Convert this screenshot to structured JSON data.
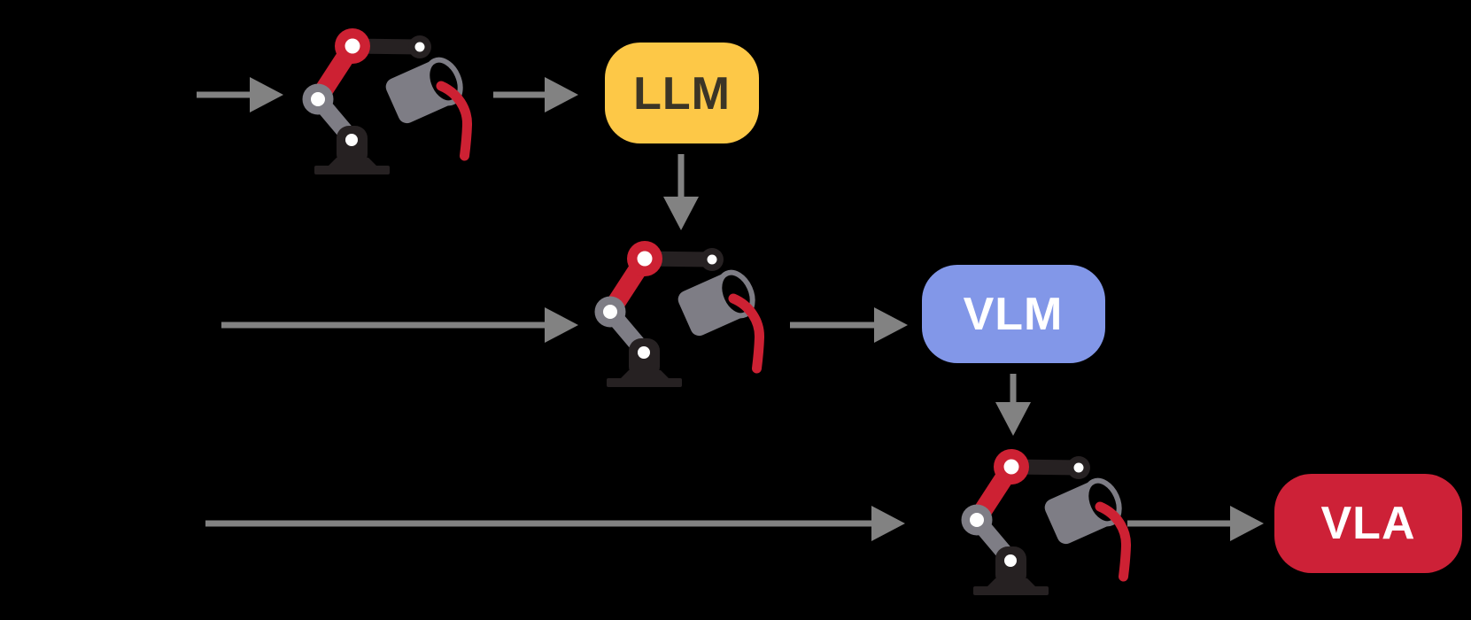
{
  "palette": {
    "background": "#000000",
    "arrow": "#828282",
    "robot_gray": "#7E7D85",
    "robot_dark": "#262122",
    "robot_red": "#CD2133",
    "joint_hole": "#FFFFFF"
  },
  "nodes": {
    "llm": {
      "label": "LLM",
      "bg": "#FDC847",
      "text": "#3B3526"
    },
    "vlm": {
      "label": "VLM",
      "bg": "#8297E8",
      "text": "#FFFFFF"
    },
    "vla": {
      "label": "VLA",
      "bg": "#CD2137",
      "text": "#FFFFFF"
    }
  },
  "icons": {
    "robot1": "robot-arm-pouring-paint-icon",
    "robot2": "robot-arm-pouring-paint-icon",
    "robot3": "robot-arm-pouring-paint-icon"
  }
}
